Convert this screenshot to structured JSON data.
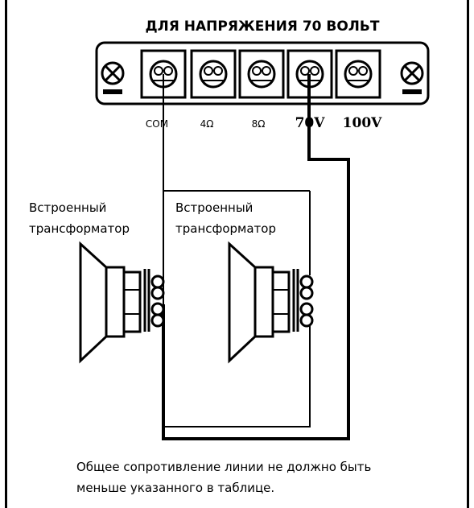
{
  "header": {
    "title": "ДЛЯ НАПРЯЖЕНИЯ 70 ВОЛЬТ"
  },
  "terminals": [
    {
      "label": "COM"
    },
    {
      "label": "4Ω"
    },
    {
      "label": "8Ω"
    },
    {
      "label": "70V"
    },
    {
      "label": "100V"
    }
  ],
  "speakers": [
    {
      "label_line1": "Встроенный",
      "label_line2": "трансформатор"
    },
    {
      "label_line1": "Встроенный",
      "label_line2": "трансформатор"
    }
  ],
  "note": {
    "line1": "Общее сопротивление линии не должно быть",
    "line2": "меньше указанного в таблице."
  }
}
